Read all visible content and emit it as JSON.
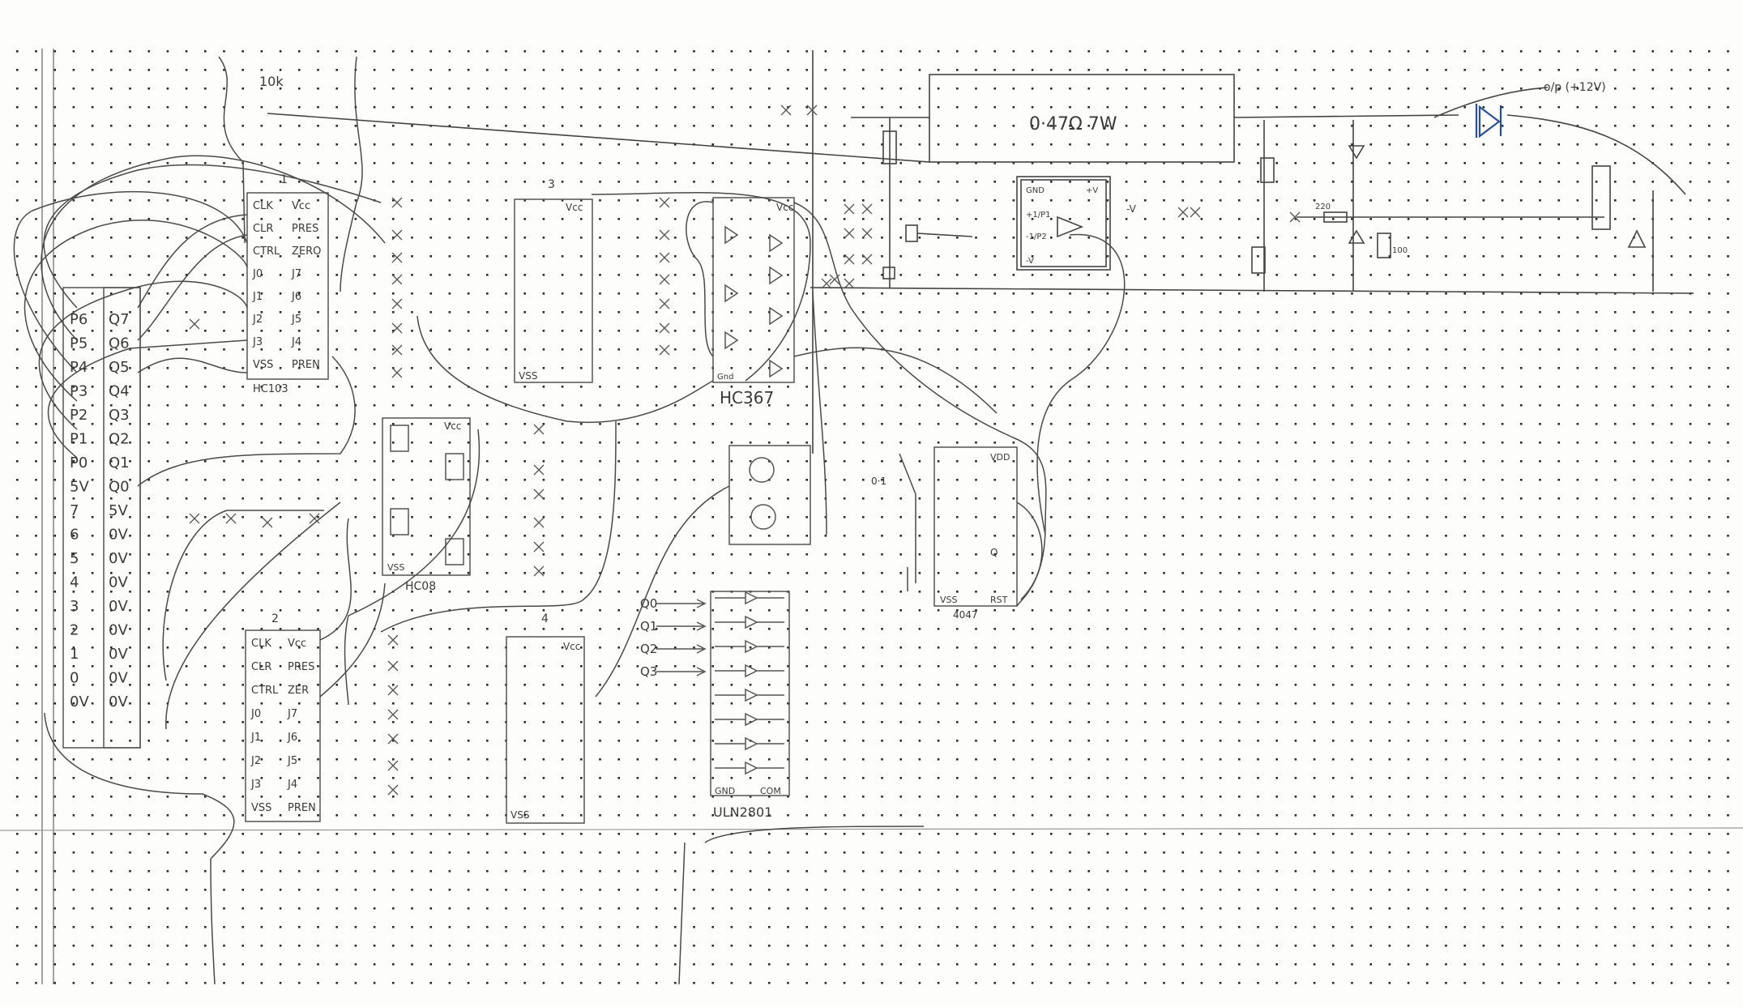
{
  "top_labels": {
    "resistor_10k": "10k",
    "power_resistor": "0·47Ω 7W",
    "output": "o/p (+12V)",
    "r_220": "220",
    "r_100": "100",
    "minus_v": "-V",
    "cap_val": "0·1"
  },
  "chips": {
    "hc103_1": {
      "number": "1",
      "name": "HC103",
      "pins_left": [
        "CLK",
        "CLR",
        "CTRL",
        "J0",
        "J1",
        "J2",
        "J3",
        "VSS"
      ],
      "pins_right": [
        "Vcc",
        "PRES",
        "ZERO",
        "J7",
        "J6",
        "J5",
        "J4",
        "PREN"
      ]
    },
    "hc103_2": {
      "number": "2",
      "name": "",
      "pins_left": [
        "CLK",
        "CLR",
        "CTRL",
        "J0",
        "J1",
        "J2",
        "J3",
        "VSS"
      ],
      "pins_right": [
        "Vcc",
        "PRES",
        "ZER",
        "J7",
        "J6",
        "J5",
        "J4",
        "PREN"
      ]
    },
    "chip3": {
      "number": "3",
      "vcc": "Vcc",
      "vss": "VSS"
    },
    "chip4": {
      "number": "4",
      "vcc": "Vcc",
      "vss": "VSS"
    },
    "hc367": {
      "name": "HC367",
      "vcc": "Vcc",
      "gnd": "Gnd"
    },
    "hc08": {
      "name": "HC08",
      "vcc": "Vcc",
      "vss": "VSS"
    },
    "cd4047": {
      "name": "4047",
      "vdd": "VDD",
      "vss": "VSS",
      "rst": "RST",
      "q": "Q"
    },
    "uln2801": {
      "name": "ULN2801",
      "gnd": "GND",
      "com": "COM"
    },
    "opamp": {
      "pins": [
        "GND",
        "+1/P1",
        "-1/P2",
        "-V"
      ],
      "right": "+V"
    }
  },
  "connector": {
    "left": [
      "P6",
      "P5",
      "P4",
      "P3",
      "P2",
      "P1",
      "P0",
      "5V",
      "7",
      "6",
      "5",
      "4",
      "3",
      "2",
      "1",
      "0",
      "0V"
    ],
    "right": [
      "Q7",
      "Q6",
      "Q5",
      "Q4",
      "Q3",
      "Q2",
      "Q1",
      "Q0",
      "5V",
      "0V",
      "0V",
      "0V",
      "0V",
      "0V",
      "0V",
      "0V",
      "0V"
    ]
  },
  "q_inputs": [
    "Q0",
    "Q1",
    "Q2",
    "Q3"
  ]
}
